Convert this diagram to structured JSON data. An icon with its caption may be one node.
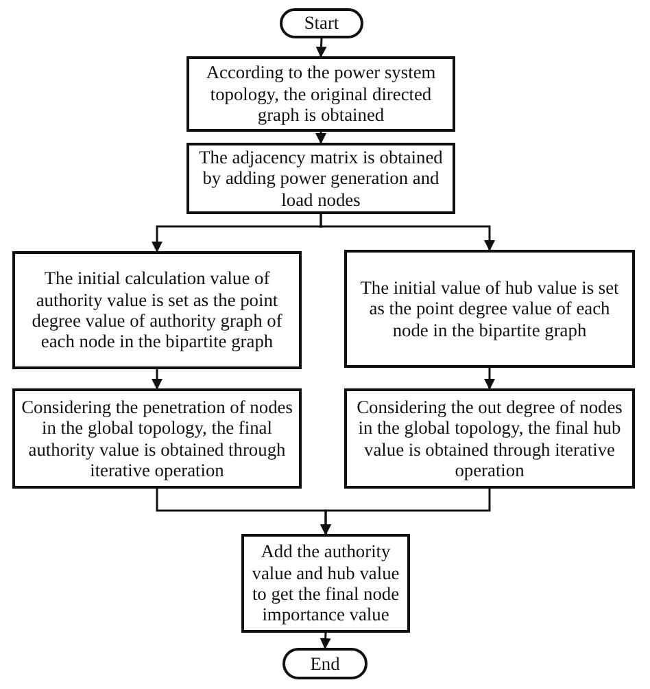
{
  "diagram": {
    "nodes": [
      {
        "text": [
          "Start"
        ]
      },
      {
        "text": [
          "According to the power system topology, the original directed graph is obtained"
        ]
      },
      {
        "text": [
          "The adjacency matrix is obtained by adding power generation and load nodes"
        ]
      },
      {
        "text": [
          "The initial calculation value of authority value is set as the point degree value of authority graph of each node in the bipartite graph"
        ]
      },
      {
        "text": [
          "The initial value of hub value is set as the point degree value of each node in the bipartite graph"
        ]
      },
      {
        "text": [
          "Considering the penetration of nodes in the global topology, the final authority value is obtained through iterative operation"
        ]
      },
      {
        "text": [
          "Considering the out degree of nodes in the global topology, the final hub value is obtained through iterative operation"
        ]
      },
      {
        "text": [
          "Add the authority value and hub value to get the final node importance value"
        ]
      },
      {
        "text": [
          "End"
        ]
      }
    ],
    "edges": [
      {
        "from": 0,
        "to": 1,
        "arrow": "to"
      },
      {
        "from": 1,
        "to": 2,
        "arrow": "to"
      },
      {
        "from": 2,
        "to": 3,
        "arrow": "to"
      },
      {
        "from": 2,
        "to": 4,
        "arrow": "to"
      },
      {
        "from": 3,
        "to": 5,
        "arrow": "to"
      },
      {
        "from": 4,
        "to": 6,
        "arrow": "to"
      },
      {
        "from": 5,
        "to": 7,
        "arrow": "to"
      },
      {
        "from": 6,
        "to": 7,
        "arrow": "to"
      },
      {
        "from": 7,
        "to": 8,
        "arrow": "to"
      }
    ]
  }
}
